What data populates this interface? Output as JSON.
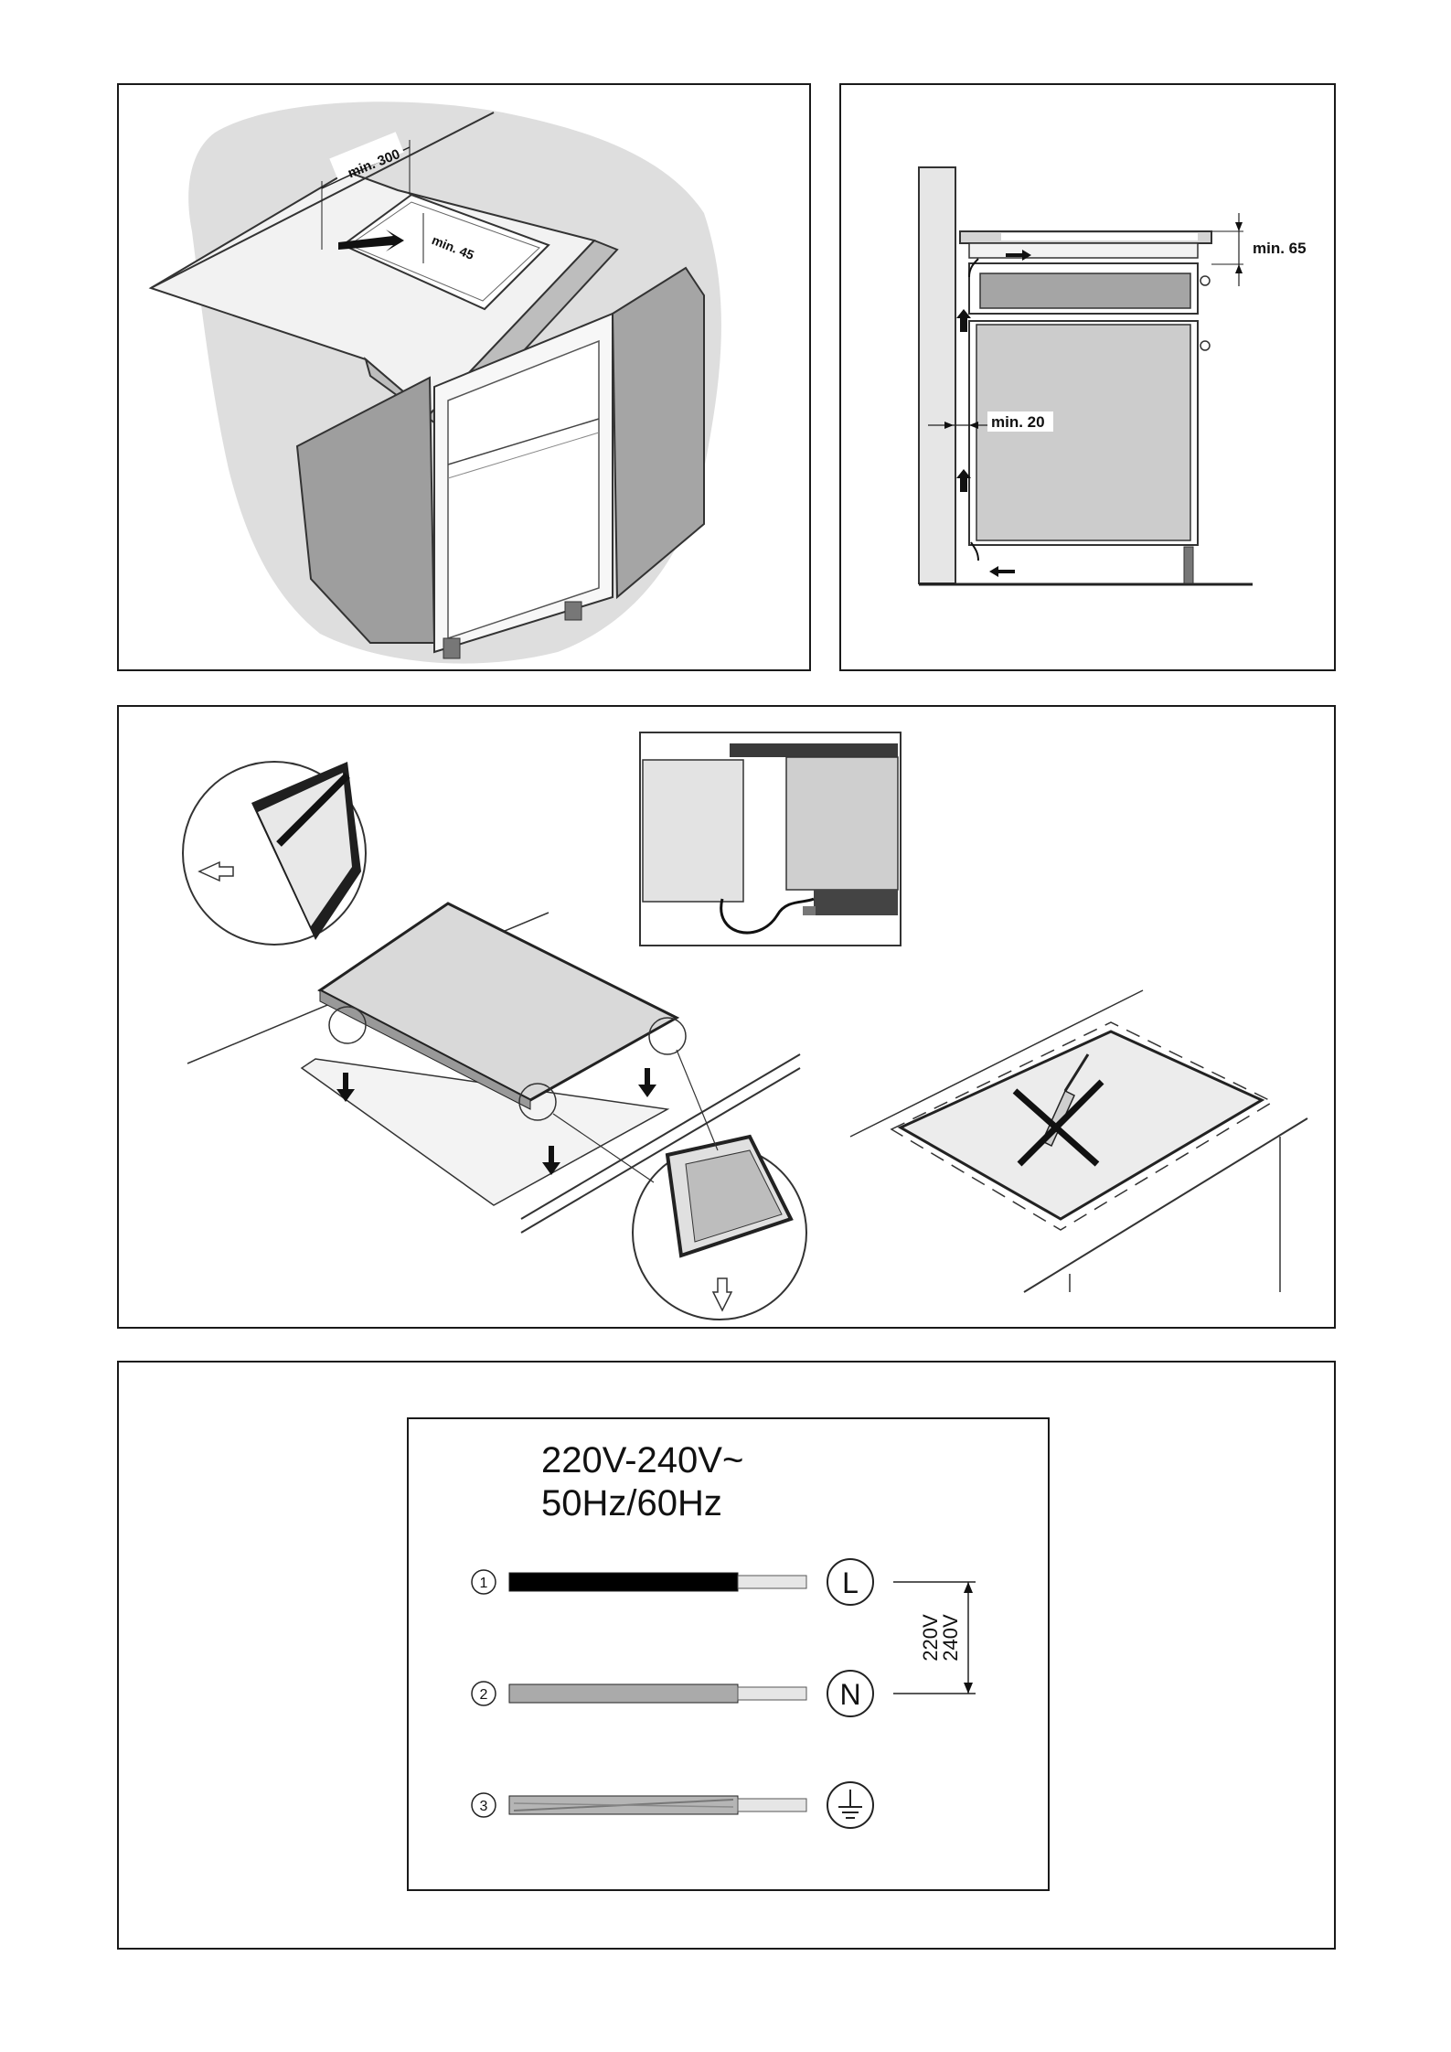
{
  "panel1": {
    "dim_width": "min. 300",
    "dim_depth": "min. 45"
  },
  "panel2": {
    "dim_top": "min. 65",
    "dim_gap": "min. 20"
  },
  "panel4": {
    "voltage_line": "220V-240V~",
    "freq_line": "50Hz/60Hz",
    "wires": [
      {
        "number": "1",
        "terminal": "L"
      },
      {
        "number": "2",
        "terminal": "N"
      },
      {
        "number": "3",
        "terminal": ""
      }
    ],
    "volt_label_a": "220V",
    "volt_label_b": "240V",
    "colors": {
      "wire1": "#000000",
      "wire2": "#aaaaaa",
      "wire3": "#b5b5b5",
      "sheath": "#e6e6e6"
    }
  }
}
